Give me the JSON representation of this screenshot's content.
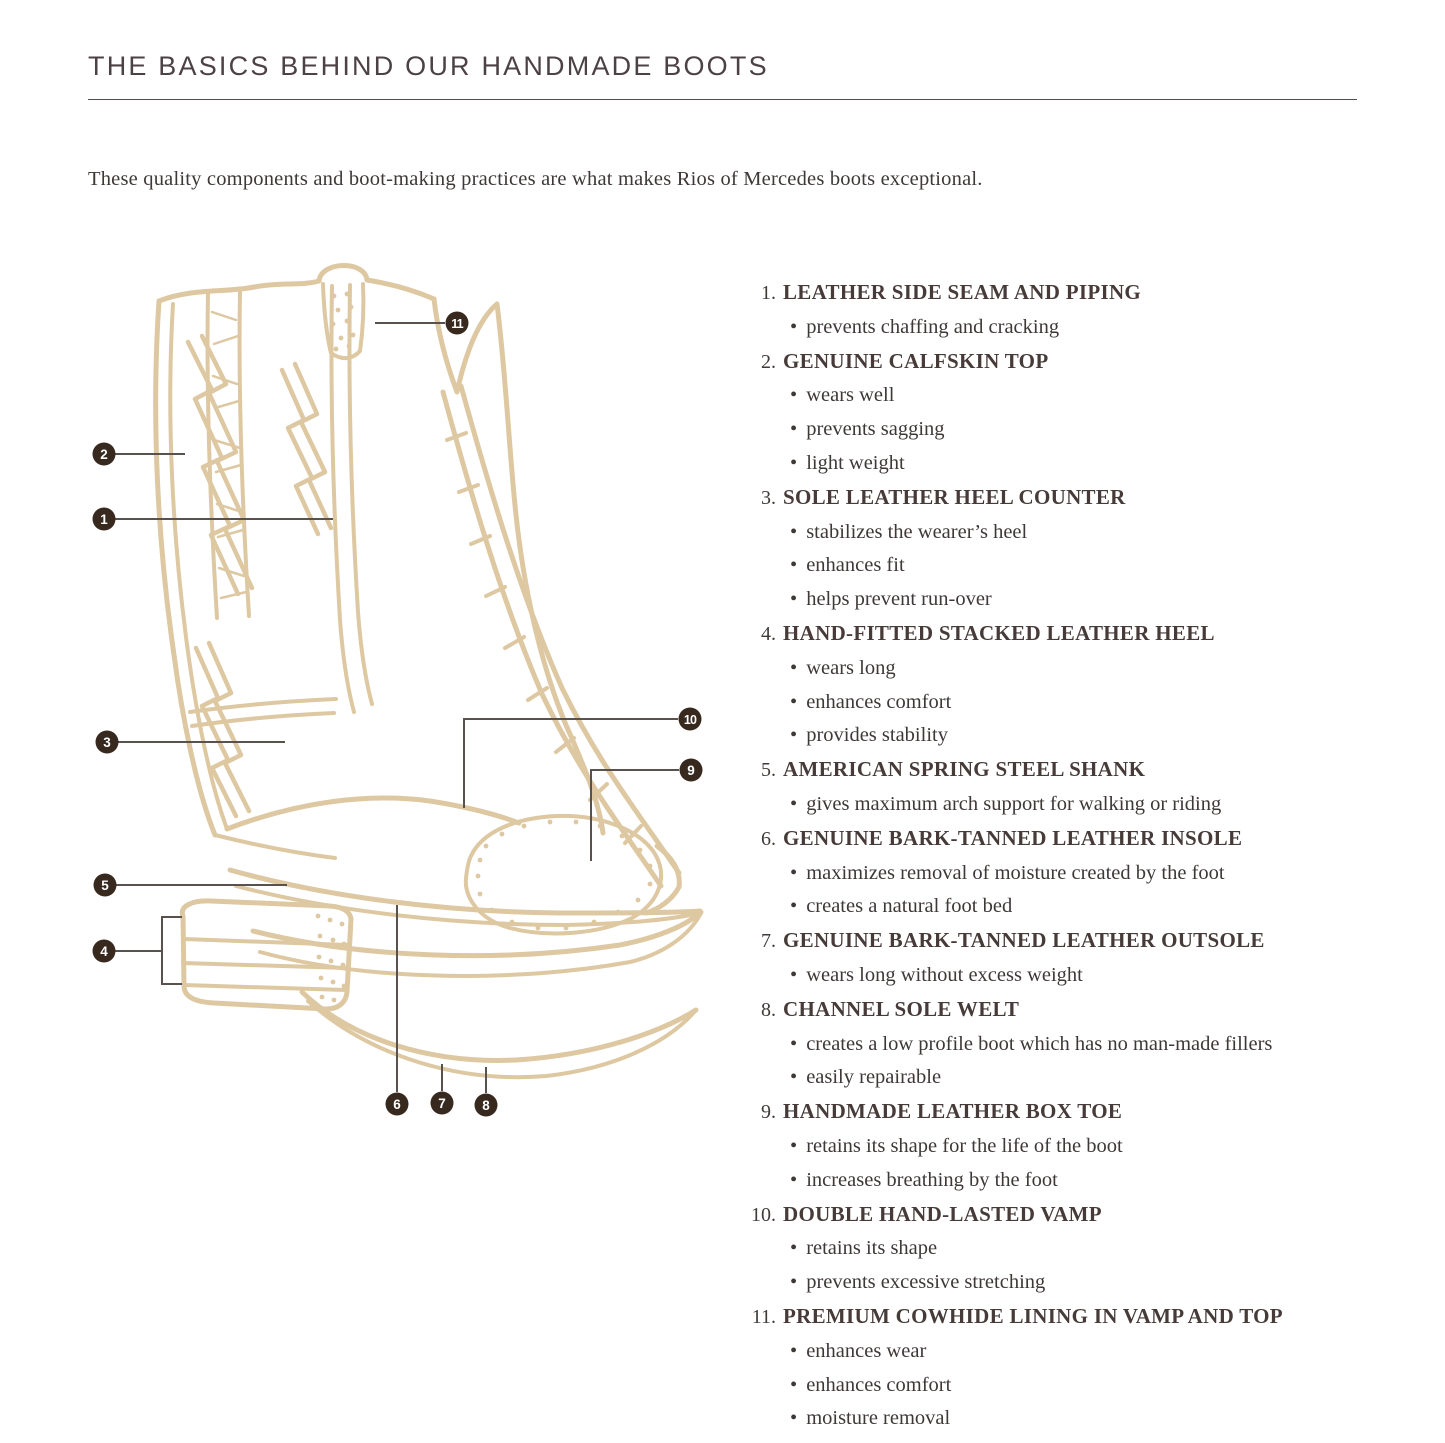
{
  "header": {
    "title": "THE BASICS BEHIND OUR HANDMADE BOOTS"
  },
  "intro": {
    "text": "These quality components and boot-making practices are what makes Rios of Mercedes boots exceptional."
  },
  "diagram": {
    "description": "Hand-drawn cowboy boot illustration with numbered callouts",
    "markers": [
      {
        "label": "1"
      },
      {
        "label": "2"
      },
      {
        "label": "3"
      },
      {
        "label": "4"
      },
      {
        "label": "5"
      },
      {
        "label": "6"
      },
      {
        "label": "7"
      },
      {
        "label": "8"
      },
      {
        "label": "9"
      },
      {
        "label": "10"
      },
      {
        "label": "11"
      }
    ]
  },
  "list": {
    "bullet_char": "•"
  },
  "features": [
    {
      "num": "1.",
      "title": "LEATHER SIDE SEAM AND PIPING",
      "bullets": [
        "prevents chaffing and cracking"
      ]
    },
    {
      "num": "2.",
      "title": "GENUINE CALFSKIN TOP",
      "bullets": [
        "wears well",
        "prevents sagging",
        "light weight"
      ]
    },
    {
      "num": "3.",
      "title": "SOLE LEATHER HEEL COUNTER",
      "bullets": [
        "stabilizes the wearer’s heel",
        "enhances fit",
        "helps prevent run-over"
      ]
    },
    {
      "num": "4.",
      "title": "HAND-FITTED STACKED LEATHER HEEL",
      "bullets": [
        "wears long",
        "enhances comfort",
        "provides stability"
      ]
    },
    {
      "num": "5.",
      "title": "AMERICAN SPRING STEEL SHANK",
      "bullets": [
        "gives maximum arch support for walking or riding"
      ]
    },
    {
      "num": "6.",
      "title": "GENUINE BARK-TANNED LEATHER INSOLE",
      "bullets": [
        "maximizes removal of moisture created by the foot",
        "creates a natural foot bed"
      ]
    },
    {
      "num": "7.",
      "title": "GENUINE BARK-TANNED LEATHER OUTSOLE",
      "bullets": [
        "wears long without excess weight"
      ]
    },
    {
      "num": "8.",
      "title": "CHANNEL SOLE WELT",
      "bullets": [
        "creates a low profile boot which has no man-made fillers",
        "easily repairable"
      ]
    },
    {
      "num": "9.",
      "title": "HANDMADE LEATHER BOX TOE",
      "bullets": [
        "retains its shape for the life of the boot",
        "increases breathing by the foot"
      ]
    },
    {
      "num": "10.",
      "title": "DOUBLE HAND-LASTED VAMP",
      "bullets": [
        "retains its shape",
        "prevents excessive stretching"
      ]
    },
    {
      "num": "11.",
      "title": "PREMIUM COWHIDE LINING IN VAMP AND TOP",
      "bullets": [
        "enhances wear",
        "enhances comfort",
        "moisture removal"
      ]
    }
  ],
  "colors": {
    "art_tan": "#ddc8a2",
    "marker_bg": "#38291f",
    "marker_number": "#ffffff",
    "leader_line": "#58514e",
    "title_text": "#4c4145",
    "body_text": "#3e3837"
  }
}
